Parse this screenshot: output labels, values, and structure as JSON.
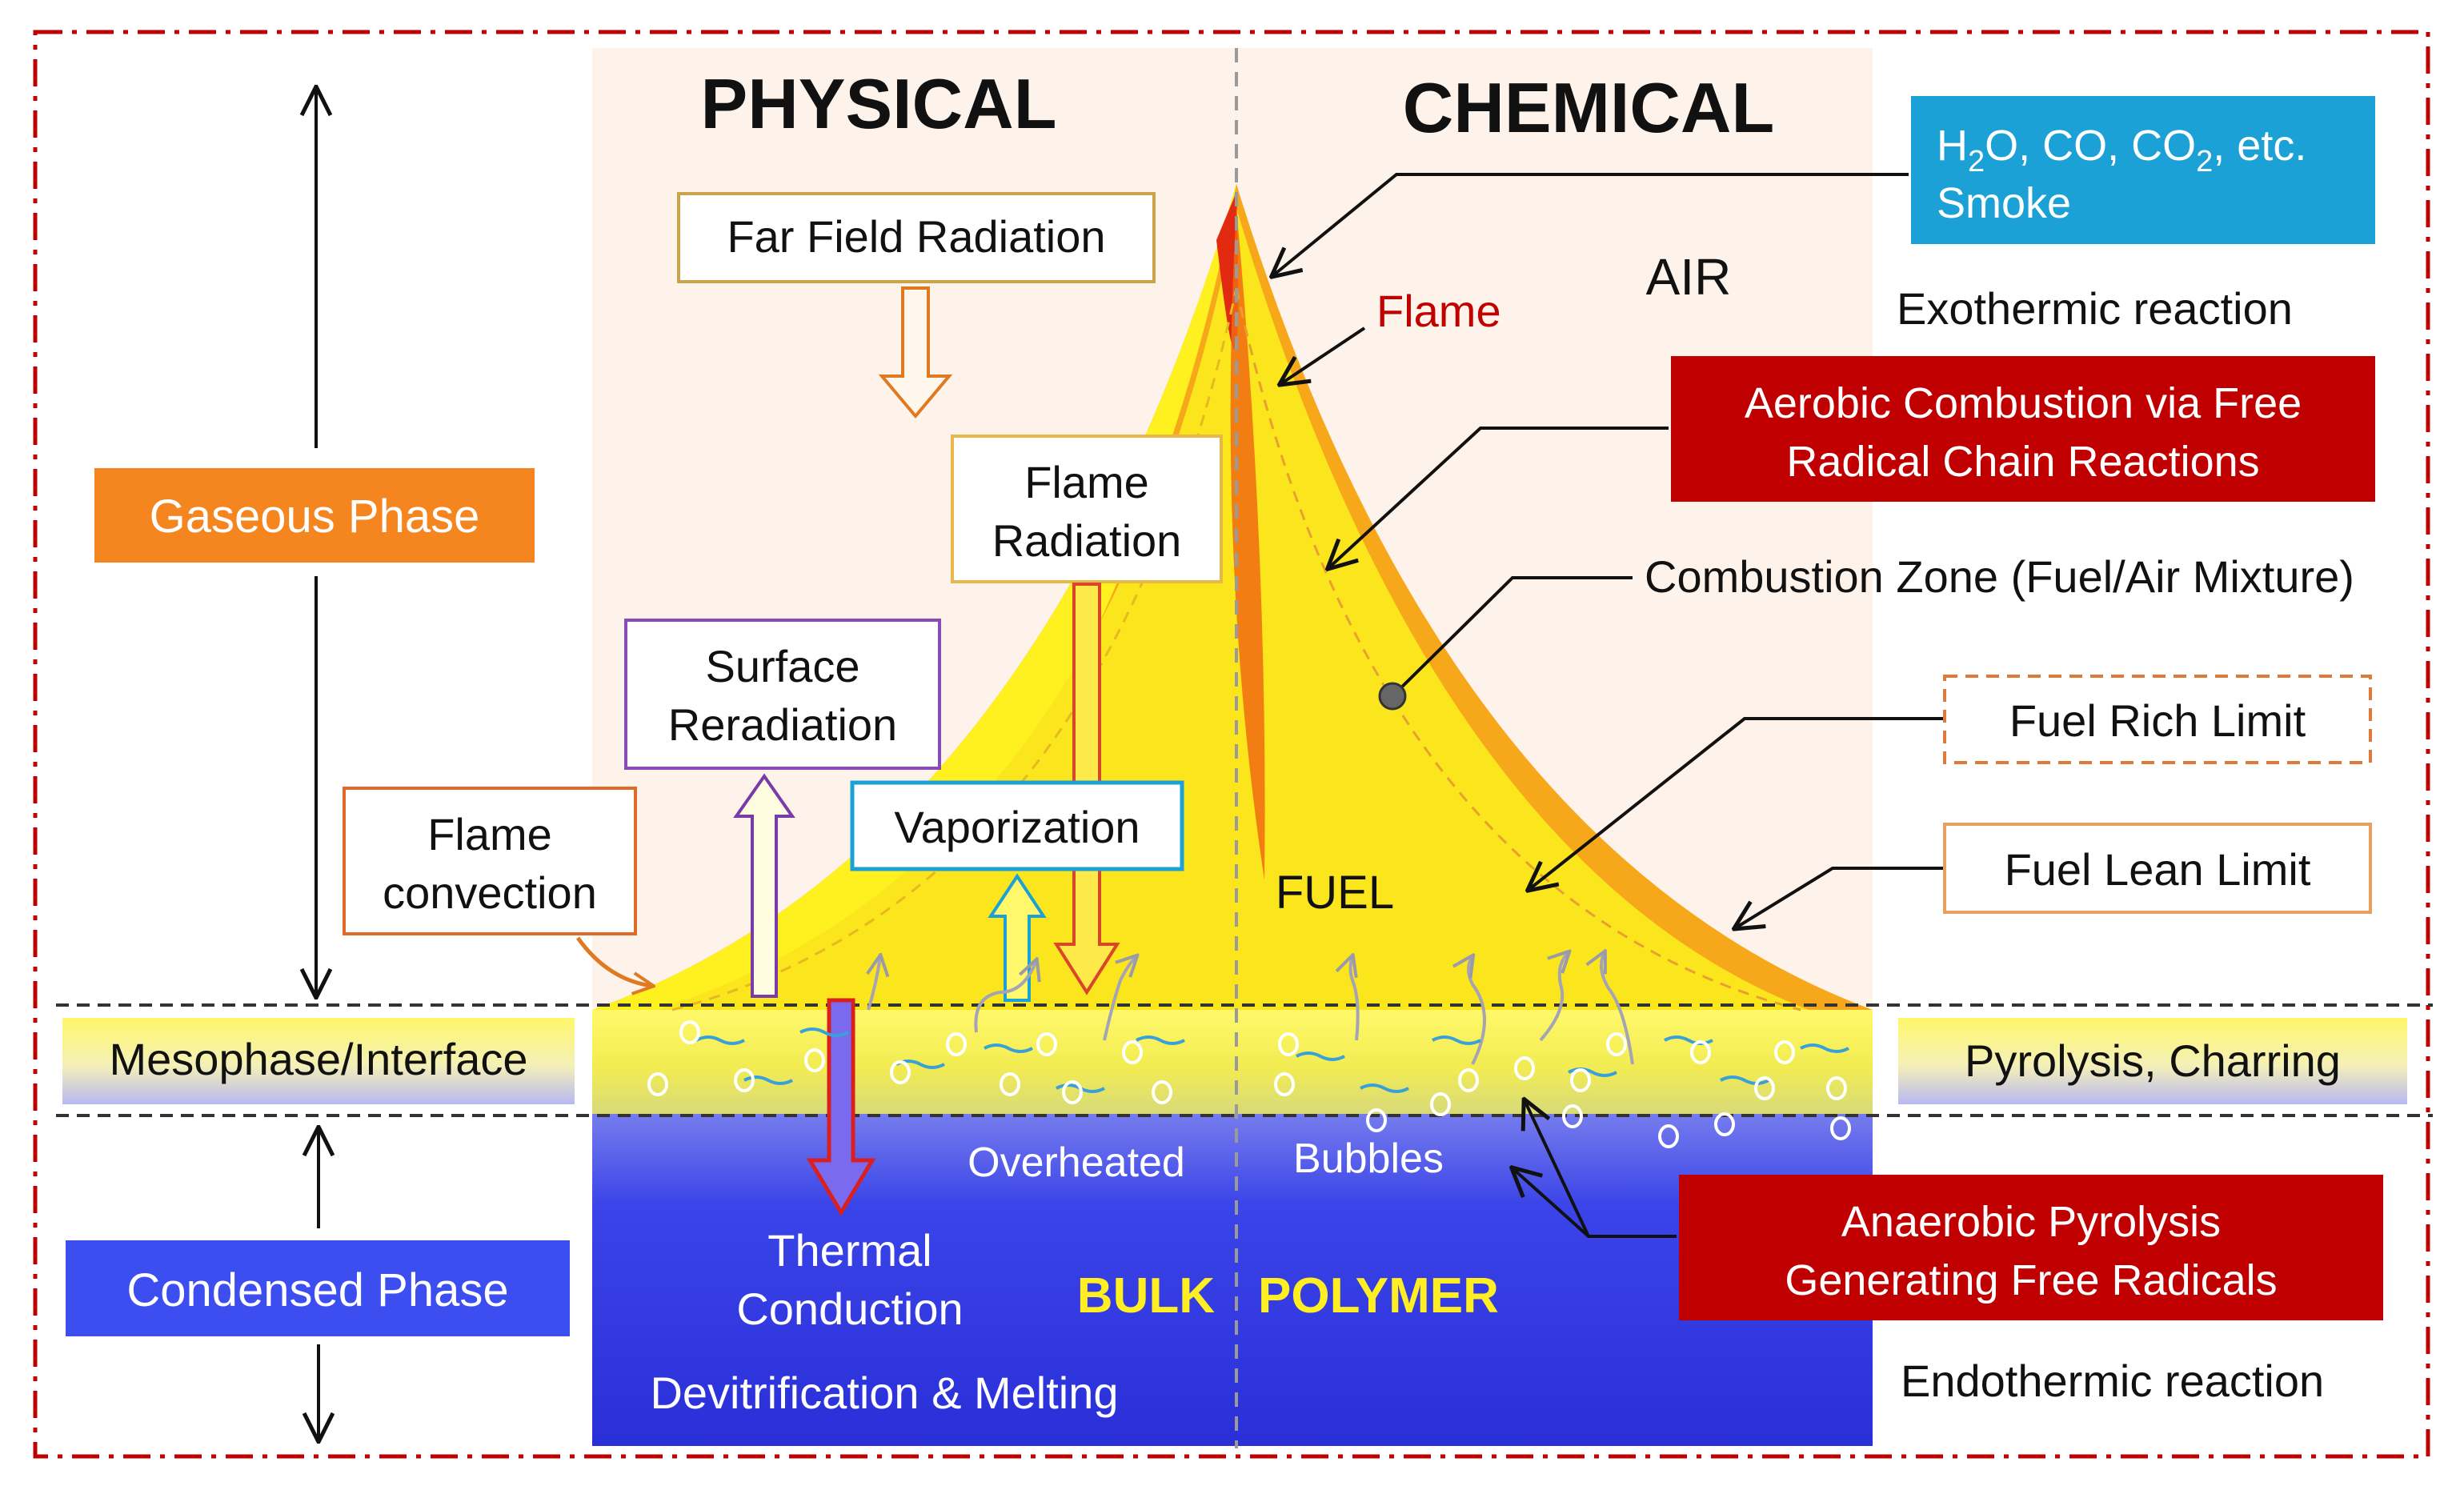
{
  "headings": {
    "physical": "PHYSICAL",
    "chemical": "CHEMICAL"
  },
  "phases": {
    "gaseous": "Gaseous Phase",
    "mesophase": "Mesophase/Interface",
    "condensed": "Condensed Phase"
  },
  "physical_labels": {
    "far_field": "Far Field Radiation",
    "flame_radiation": [
      "Flame",
      "Radiation"
    ],
    "surface_reradiation": [
      "Surface",
      "Reradiation"
    ],
    "flame_convection": [
      "Flame",
      "convection"
    ],
    "vaporization": "Vaporization"
  },
  "chemical_labels": {
    "products": [
      "Smoke"
    ],
    "products_formula": {
      "h": "H",
      "sub2": "2",
      "mid": "O, CO, CO",
      "end": ", etc."
    },
    "air": "AIR",
    "flame": "Flame",
    "exothermic": "Exothermic reaction",
    "aerobic": [
      "Aerobic Combustion via Free",
      "Radical Chain Reactions"
    ],
    "combustion_zone": "Combustion Zone (Fuel/Air Mixture)",
    "fuel_rich": "Fuel Rich Limit",
    "fuel_lean": "Fuel Lean Limit",
    "fuel": "FUEL",
    "pyrolysis": "Pyrolysis, Charring",
    "anaerobic": [
      "Anaerobic Pyrolysis",
      "Generating Free Radicals"
    ],
    "endothermic": "Endothermic reaction"
  },
  "bulk_labels": {
    "overheated": "Overheated",
    "bubbles": "Bubbles",
    "thermal_conduction": [
      "Thermal",
      "Conduction"
    ],
    "bulk": "BULK",
    "polymer": "POLYMER",
    "devitrification": "Devitrification & Melting"
  },
  "colors": {
    "gaseous_phase": "#f5861f",
    "condensed_phase": "#3d4ef0",
    "red_box": "#c00000",
    "blue_box": "#1ba1d6",
    "flame_yellow": "#ffee22",
    "flame_orange": "#f7a81a",
    "bulk_blue": "#2b33e0",
    "border_red": "#c00000"
  }
}
